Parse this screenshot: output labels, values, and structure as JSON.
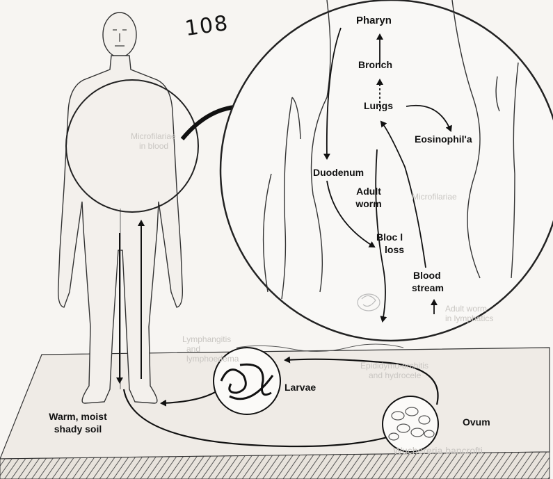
{
  "handwritten_note": "108",
  "labels": {
    "pharyn": "Pharyn",
    "bronch": "Bronch",
    "lungs": "Lungs",
    "eosinophilia": "Eosinophil'a",
    "duodenum": "Duodenum",
    "adult_worm_1": "Adult",
    "adult_worm_2": "worm",
    "blood_loss_1": "Bloc l",
    "blood_loss_2": "loss",
    "blood_stream_1": "Blood",
    "blood_stream_2": "stream",
    "larvae": "Larvae",
    "ovum": "Ovum",
    "soil_1": "Warm, moist",
    "soil_2": "shady soil"
  },
  "bleedthrough": {
    "t1": "Microfilariae",
    "t2": "in blood",
    "t3": "Microfilariae",
    "t4": "Adult worm",
    "t5": "in lymphatics",
    "t6": "Lymphangitis",
    "t7": "and",
    "t8": "lymphoedema",
    "t9": "Epididymo-orchitis",
    "t10": "and hydrocele",
    "t11": "Wuchereria bancrofti"
  },
  "colors": {
    "ink": "#111111",
    "soil_top": "#efebe6",
    "ghost": "#c9c6c2"
  }
}
